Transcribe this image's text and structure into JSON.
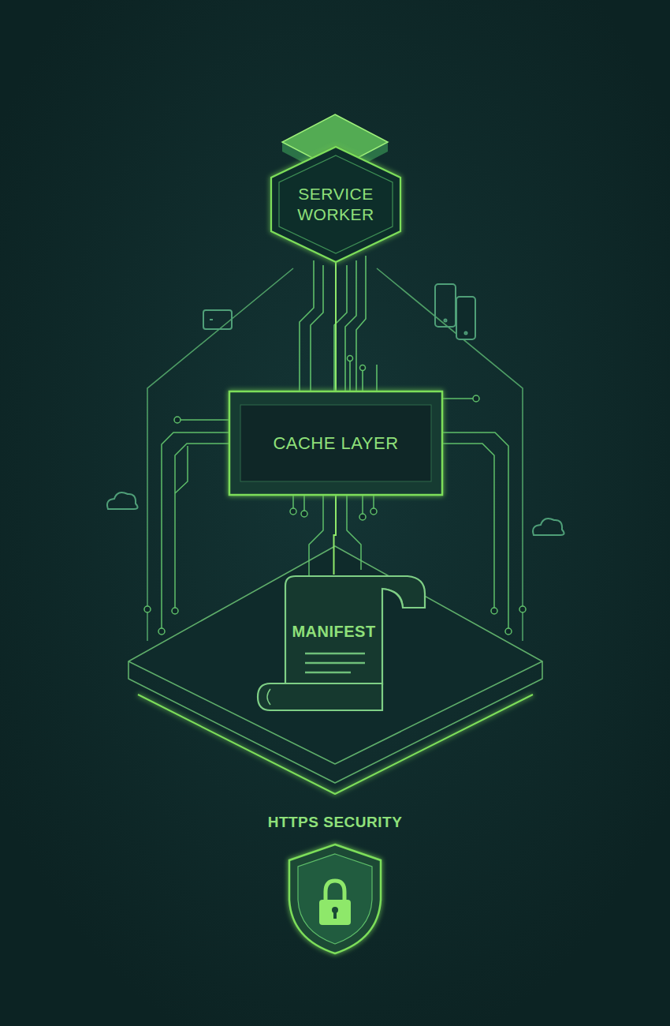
{
  "diagram": {
    "nodes": [
      {
        "text": [
          "SERVICE WORKER"
        ]
      },
      {
        "text": [
          "CACHE LAYER"
        ]
      },
      {
        "text": [
          "MANIFEST"
        ]
      },
      {
        "text": [
          "HTTPS SECURITY"
        ]
      }
    ],
    "edges": [
      {
        "from": 0,
        "to": 1,
        "arrow": "none"
      },
      {
        "from": 1,
        "to": 2,
        "arrow": "none"
      }
    ]
  }
}
